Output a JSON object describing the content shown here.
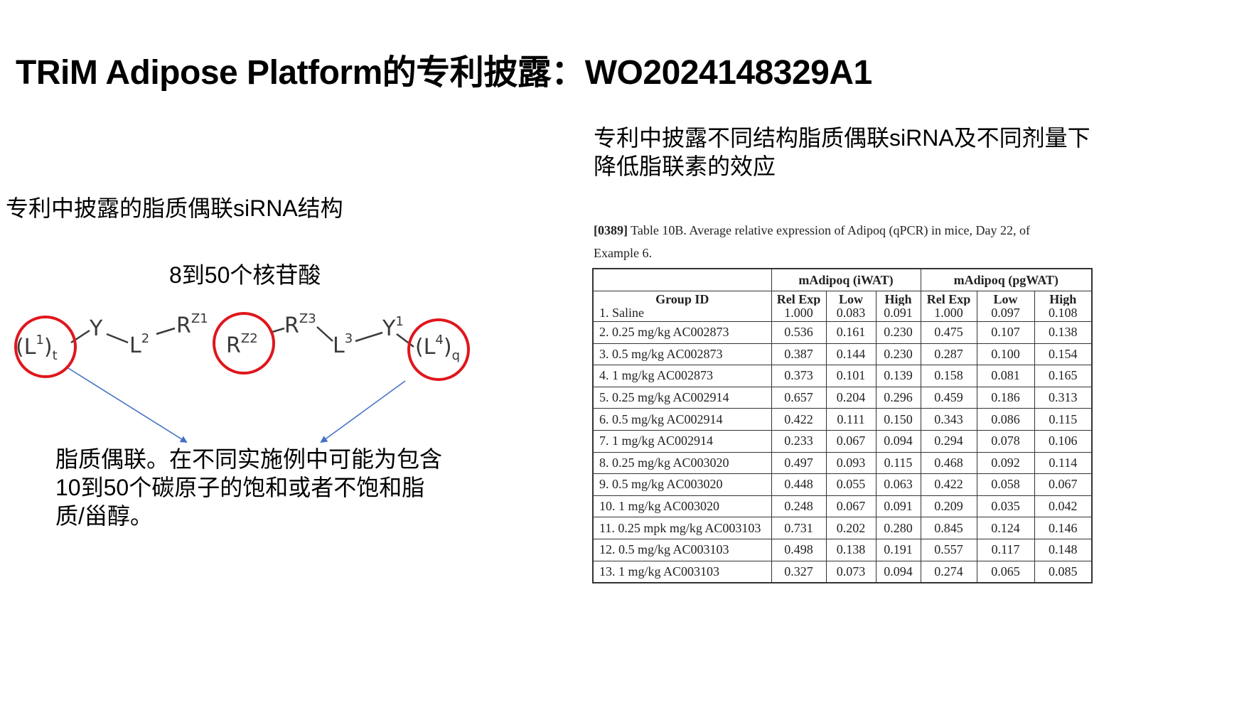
{
  "title": "TRiM Adipose Platform的专利披露：WO2024148329A1",
  "left": {
    "heading": "专利中披露的脂质偶联siRNA结构",
    "nucleotide_label": "8到50个核苷酸",
    "structure": {
      "L1": "(L",
      "L1_sup": "1",
      "L1_sub": "t",
      "Y": "Y",
      "L2": "L",
      "L2_sup": "2",
      "R1": "R",
      "R1_sup": "Z1",
      "R2": "R",
      "R2_sup": "Z2",
      "R3": "R",
      "R3_sup": "Z3",
      "L3": "L",
      "L3_sup": "3",
      "Y1": "Y",
      "Y1_sup": "1",
      "L4": "(L",
      "L4_sup": "4",
      "L4_sub": "q",
      "close_paren": ")",
      "circle_color": "#e0161d",
      "arrow_color": "#4472c4"
    },
    "lipid_note": "脂质偶联。在不同实施例中可能为包含10到50个碳原子的饱和或者不饱和脂质/甾醇。"
  },
  "right": {
    "heading": "专利中披露不同结构脂质偶联siRNA及不同剂量下降低脂联素的效应",
    "caption_para": "[0389]",
    "caption_text": " Table 10B. Average relative expression of Adipoq (qPCR) in mice, Day 22, of Example 6.",
    "table": {
      "group_headers": [
        "mAdipoq (iWAT)",
        "mAdipoq (pgWAT)"
      ],
      "columns": [
        "Group ID",
        "Rel Exp",
        "Low",
        "High",
        "Rel Exp",
        "Low",
        "High"
      ],
      "rows": [
        [
          "1. Saline",
          "1.000",
          "0.083",
          "0.091",
          "1.000",
          "0.097",
          "0.108"
        ],
        [
          "2. 0.25 mg/kg AC002873",
          "0.536",
          "0.161",
          "0.230",
          "0.475",
          "0.107",
          "0.138"
        ],
        [
          "3. 0.5 mg/kg AC002873",
          "0.387",
          "0.144",
          "0.230",
          "0.287",
          "0.100",
          "0.154"
        ],
        [
          "4. 1 mg/kg AC002873",
          "0.373",
          "0.101",
          "0.139",
          "0.158",
          "0.081",
          "0.165"
        ],
        [
          "5. 0.25 mg/kg AC002914",
          "0.657",
          "0.204",
          "0.296",
          "0.459",
          "0.186",
          "0.313"
        ],
        [
          "6. 0.5 mg/kg AC002914",
          "0.422",
          "0.111",
          "0.150",
          "0.343",
          "0.086",
          "0.115"
        ],
        [
          "7. 1 mg/kg AC002914",
          "0.233",
          "0.067",
          "0.094",
          "0.294",
          "0.078",
          "0.106"
        ],
        [
          "8. 0.25 mg/kg AC003020",
          "0.497",
          "0.093",
          "0.115",
          "0.468",
          "0.092",
          "0.114"
        ],
        [
          "9. 0.5 mg/kg AC003020",
          "0.448",
          "0.055",
          "0.063",
          "0.422",
          "0.058",
          "0.067"
        ],
        [
          "10. 1 mg/kg AC003020",
          "0.248",
          "0.067",
          "0.091",
          "0.209",
          "0.035",
          "0.042"
        ],
        [
          "11. 0.25 mpk mg/kg AC003103",
          "0.731",
          "0.202",
          "0.280",
          "0.845",
          "0.124",
          "0.146"
        ],
        [
          "12. 0.5 mg/kg AC003103",
          "0.498",
          "0.138",
          "0.191",
          "0.557",
          "0.117",
          "0.148"
        ],
        [
          "13. 1 mg/kg AC003103",
          "0.327",
          "0.073",
          "0.094",
          "0.274",
          "0.065",
          "0.085"
        ]
      ]
    }
  }
}
